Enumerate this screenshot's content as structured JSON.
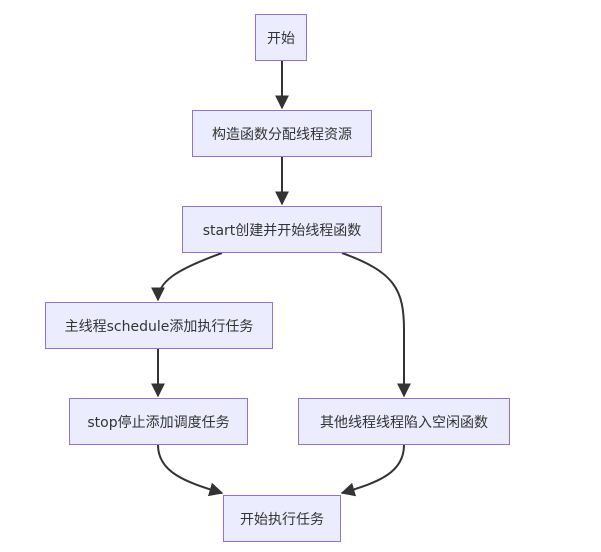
{
  "flowchart": {
    "nodes": {
      "start": "开始",
      "construct": "构造函数分配线程资源",
      "start_create": "start创建并开始线程函数",
      "main_schedule": "主线程schedule添加执行任务",
      "stop": "stop停止添加调度任务",
      "other_threads": "其他线程线程陷入空闲函数",
      "begin_exec": "开始执行任务"
    },
    "edges": [
      {
        "from": "start",
        "to": "construct"
      },
      {
        "from": "construct",
        "to": "start_create"
      },
      {
        "from": "start_create",
        "to": "main_schedule"
      },
      {
        "from": "start_create",
        "to": "other_threads"
      },
      {
        "from": "main_schedule",
        "to": "stop"
      },
      {
        "from": "stop",
        "to": "begin_exec"
      },
      {
        "from": "other_threads",
        "to": "begin_exec"
      }
    ],
    "colors": {
      "node_fill": "#ececff",
      "node_border": "#9370db",
      "edge": "#333333",
      "text": "#333333"
    }
  }
}
